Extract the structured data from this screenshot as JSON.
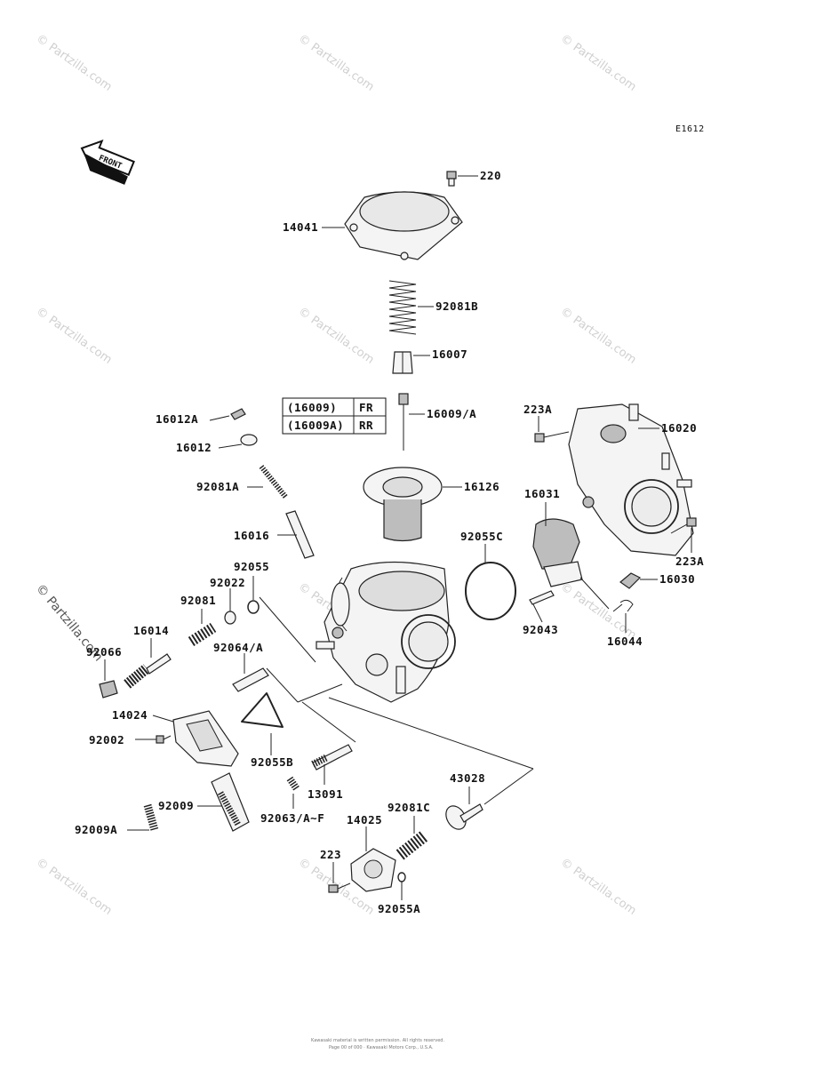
{
  "diagram_code": "E1612",
  "front_label": "FRONT",
  "watermark": "© Partzilla.com",
  "parts": {
    "p220": "220",
    "p14041": "14041",
    "p92081B": "92081B",
    "p16007": "16007",
    "p16009A": "16009/A",
    "p16012A": "16012A",
    "p16012": "16012",
    "p92081A": "92081A",
    "p16126": "16126",
    "p16016": "16016",
    "p223A_top": "223A",
    "p16020": "16020",
    "p16031": "16031",
    "p92055C": "92055C",
    "p223A_right": "223A",
    "p16030": "16030",
    "p92055": "92055",
    "p92022": "92022",
    "p92081": "92081",
    "p16014": "16014",
    "p92066": "92066",
    "p92043": "92043",
    "p16044": "16044",
    "p92064A": "92064/A",
    "p14024": "14024",
    "p92002": "92002",
    "p92055B": "92055B",
    "p13091": "13091",
    "p43028": "43028",
    "p92009": "92009",
    "p92009A": "92009A",
    "p92063": "92063/A~F",
    "p14025": "14025",
    "p92081C": "92081C",
    "p223": "223",
    "p92055A": "92055A"
  },
  "legend_table": [
    {
      "part": "(16009)",
      "position": "FR"
    },
    {
      "part": "(16009A)",
      "position": "RR"
    }
  ],
  "footer_line1": "Kawasaki material is written permission. All rights reserved.",
  "footer_line2": "Page 00 of 000 · Kawasaki Motors Corp., U.S.A."
}
